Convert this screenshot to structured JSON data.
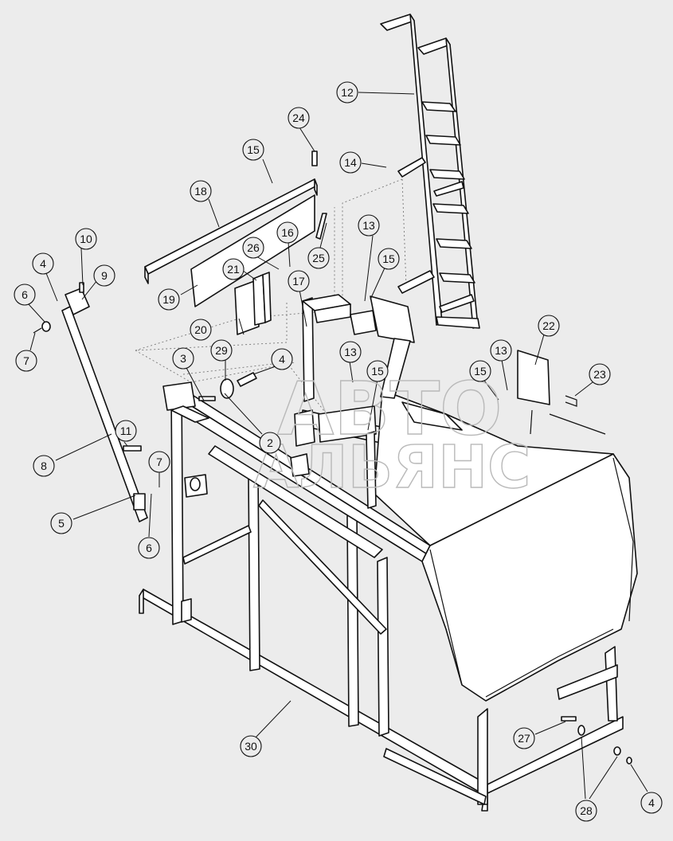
{
  "watermark": {
    "line1": "АВТО",
    "line2": "АЛЬЯНС"
  },
  "callouts": [
    "2",
    "3",
    "4",
    "4",
    "4",
    "5",
    "6",
    "6",
    "7",
    "7",
    "8",
    "9",
    "10",
    "11",
    "12",
    "13",
    "13",
    "13",
    "14",
    "15",
    "15",
    "15",
    "15",
    "16",
    "17",
    "18",
    "19",
    "20",
    "21",
    "22",
    "23",
    "24",
    "25",
    "26",
    "27",
    "28",
    "28",
    "29",
    "30"
  ]
}
